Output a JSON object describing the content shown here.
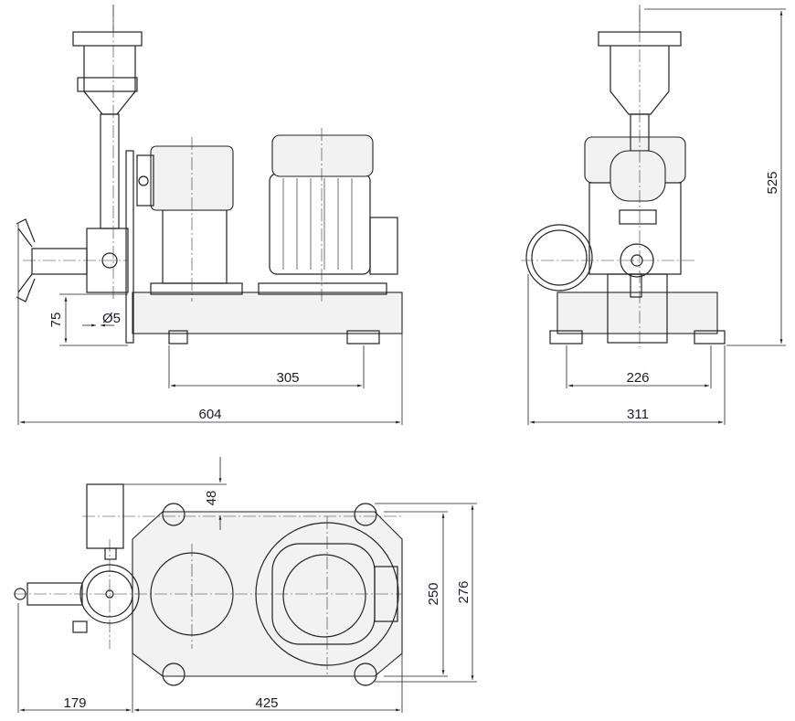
{
  "drawing": {
    "views": [
      "side-view",
      "front-view",
      "top-view"
    ],
    "dimensions": {
      "side_height_offset": "75",
      "diameter": "Ø5",
      "side_foot_spacing": "305",
      "side_total_length": "604",
      "front_foot_spacing": "226",
      "front_total_width": "311",
      "total_height": "525",
      "top_offset": "48",
      "top_base_depth": "250",
      "top_total_depth": "276",
      "top_overhang": "179",
      "top_base_length": "425"
    },
    "colors": {
      "line": "#222222",
      "dimension_text": "#1a1a2e"
    }
  }
}
